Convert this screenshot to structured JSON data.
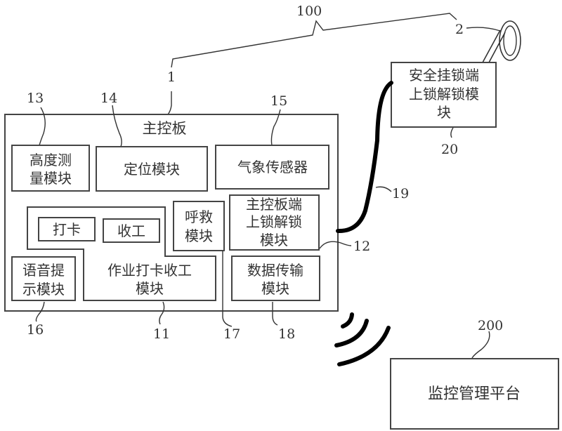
{
  "system": {
    "ref": "100",
    "main_device_ref": "1",
    "padlock_ref": "2"
  },
  "main_board": {
    "title": "主控板",
    "modules": {
      "height": {
        "ref": "13",
        "lines": [
          "高度测",
          "量模块"
        ]
      },
      "positioning": {
        "ref": "14",
        "lines": [
          "定位模块"
        ]
      },
      "weather": {
        "ref": "15",
        "lines": [
          "气象传感器"
        ]
      },
      "lock": {
        "ref": "12",
        "lines": [
          "主控板端",
          "上锁解锁",
          "模块"
        ]
      },
      "sos": {
        "ref": "17",
        "lines": [
          "呼救",
          "模块"
        ]
      },
      "checkin": {
        "ref": "11",
        "lines": [
          "作业打卡收工",
          "模块"
        ],
        "buttons": {
          "clock_in": "打卡",
          "clock_out": "收工"
        }
      },
      "voice": {
        "ref": "16",
        "lines": [
          "语音提",
          "示模块"
        ]
      },
      "data_tx": {
        "ref": "18",
        "lines": [
          "数据传输",
          "模块"
        ]
      }
    }
  },
  "cable_ref": "19",
  "padlock_module": {
    "ref": "20",
    "lines": [
      "安全挂锁端",
      "上锁解锁模",
      "块"
    ]
  },
  "platform": {
    "ref": "200",
    "label": "监控管理平台"
  },
  "icons": {
    "wireless": "wireless-signal-icon",
    "padlock_ring": "padlock-ring-icon"
  }
}
